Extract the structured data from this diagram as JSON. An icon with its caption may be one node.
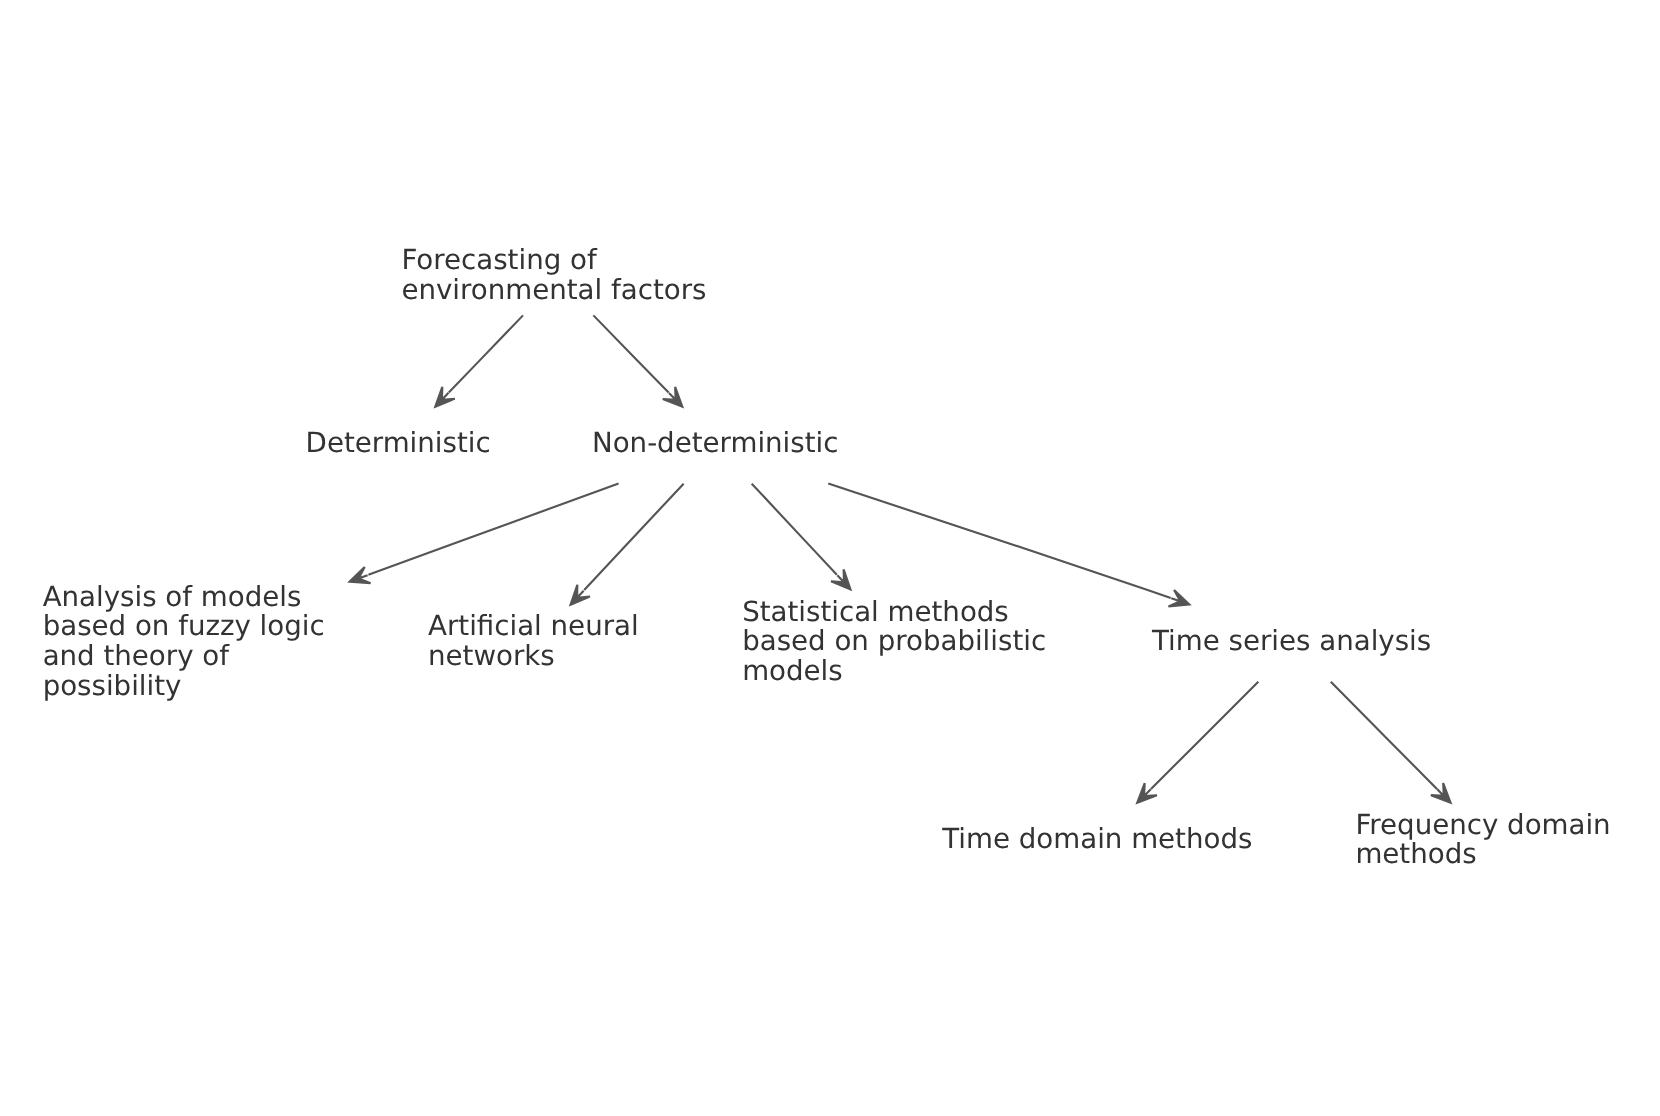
{
  "diagram": {
    "nodes": [
      {
        "text": [
          "Forecasting of environmental factors"
        ]
      },
      {
        "text": [
          "Deterministic"
        ]
      },
      {
        "text": [
          "Non-deterministic"
        ]
      },
      {
        "text": [
          "Analysis of models based on fuzzy logic and theory of possibility"
        ]
      },
      {
        "text": [
          "Artificial neural networks"
        ]
      },
      {
        "text": [
          "Statistical methods based on probabilistic models"
        ]
      },
      {
        "text": [
          "Time series analysis"
        ]
      },
      {
        "text": [
          "Time domain methods"
        ]
      },
      {
        "text": [
          "Frequency domain methods"
        ]
      }
    ],
    "edges": [
      {
        "from": 0,
        "to": 1,
        "arrow": "to"
      },
      {
        "from": 0,
        "to": 2,
        "arrow": "to"
      },
      {
        "from": 2,
        "to": 3,
        "arrow": "to"
      },
      {
        "from": 2,
        "to": 4,
        "arrow": "to"
      },
      {
        "from": 2,
        "to": 5,
        "arrow": "to"
      },
      {
        "from": 2,
        "to": 6,
        "arrow": "to"
      },
      {
        "from": 6,
        "to": 8,
        "arrow": "to"
      },
      {
        "from": 6,
        "to": 7,
        "arrow": "to"
      }
    ]
  }
}
